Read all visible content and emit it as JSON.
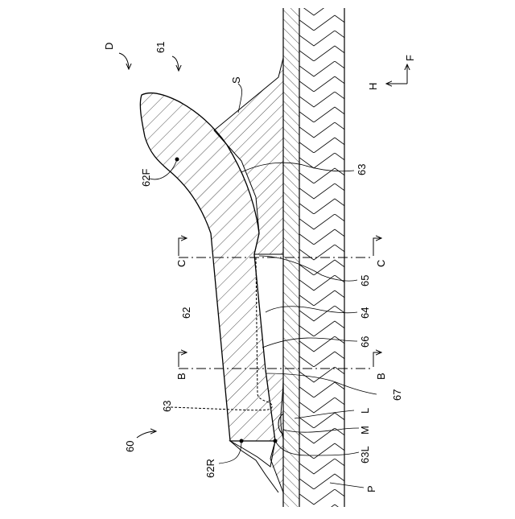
{
  "labels": {
    "d": "D",
    "n61": "61",
    "s": "S",
    "n62f": "62F",
    "n63_top": "63",
    "n65": "65",
    "n64": "64",
    "n66": "66",
    "n67": "67",
    "n62": "62",
    "n63_left": "63",
    "n60": "60",
    "n62r": "62R",
    "l": "L",
    "m": "M",
    "n63l": "63L",
    "p": "P",
    "c_left": "C",
    "c_right": "C",
    "b_left": "B",
    "b_right": "B",
    "h": "H",
    "f": "F"
  }
}
